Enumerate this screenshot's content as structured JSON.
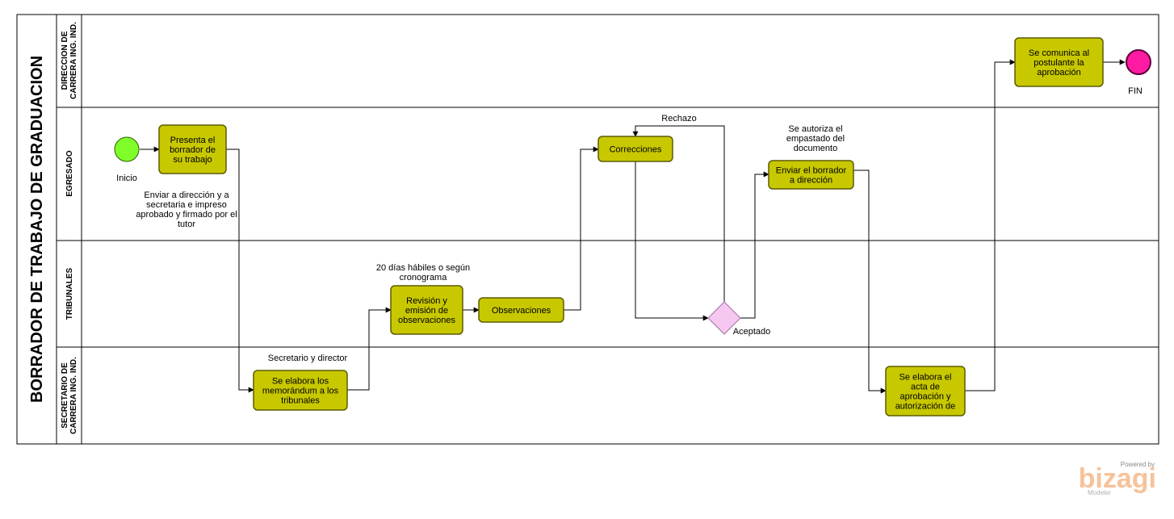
{
  "pool": {
    "title": "BORRADOR DE TRABAJO DE GRADUACION"
  },
  "lanes": [
    {
      "line1": "DIRECCION DE",
      "line2": "CARRERA ING. IND."
    },
    {
      "line1": "EGRESADO",
      "line2": ""
    },
    {
      "line1": "TRIBUNALES",
      "line2": ""
    },
    {
      "line1": "SECRETARIO DE",
      "line2": "CARRERA ING. IND."
    }
  ],
  "events": {
    "start": {
      "label": "Inicio",
      "color": "#7fff2a"
    },
    "end": {
      "label": "FIN",
      "color": "#ff1aa3"
    }
  },
  "tasks": {
    "presenta": [
      "Presenta el",
      "borrador de",
      "su trabajo"
    ],
    "memorandum": [
      "Se elabora los",
      "memorándum a los",
      "tribunales"
    ],
    "revision": [
      "Revisión y",
      "emisión de",
      "observaciones"
    ],
    "observaciones": [
      "Observaciones"
    ],
    "correcciones": [
      "Correcciones"
    ],
    "enviar": [
      "Enviar el borrador",
      "a dirección"
    ],
    "acta": [
      "Se elabora el",
      "acta de",
      "aprobación y",
      "autorización de"
    ],
    "comunica": [
      "Se comunica al",
      "postulante la",
      "aprobación"
    ]
  },
  "gateway": {
    "color": "#f6c8f1"
  },
  "annotations": {
    "enviar_dir": [
      "Enviar a dirección y a",
      "secretaria e impreso",
      "aprobado y firmado por el",
      "tutor"
    ],
    "secretario": [
      "Secretario y director"
    ],
    "dias": [
      "20 días hábiles o según",
      "cronograma"
    ],
    "rechazo": [
      "Rechazo"
    ],
    "aceptado": [
      "Aceptado"
    ],
    "autoriza": [
      "Se autoriza el",
      "empastado del",
      "documento"
    ]
  },
  "colors": {
    "task_fill": "#c8c800",
    "task_stroke": "#5c5c00"
  },
  "branding": {
    "powered": "Powered by",
    "logo": "bizagi",
    "product": "Modeler"
  }
}
